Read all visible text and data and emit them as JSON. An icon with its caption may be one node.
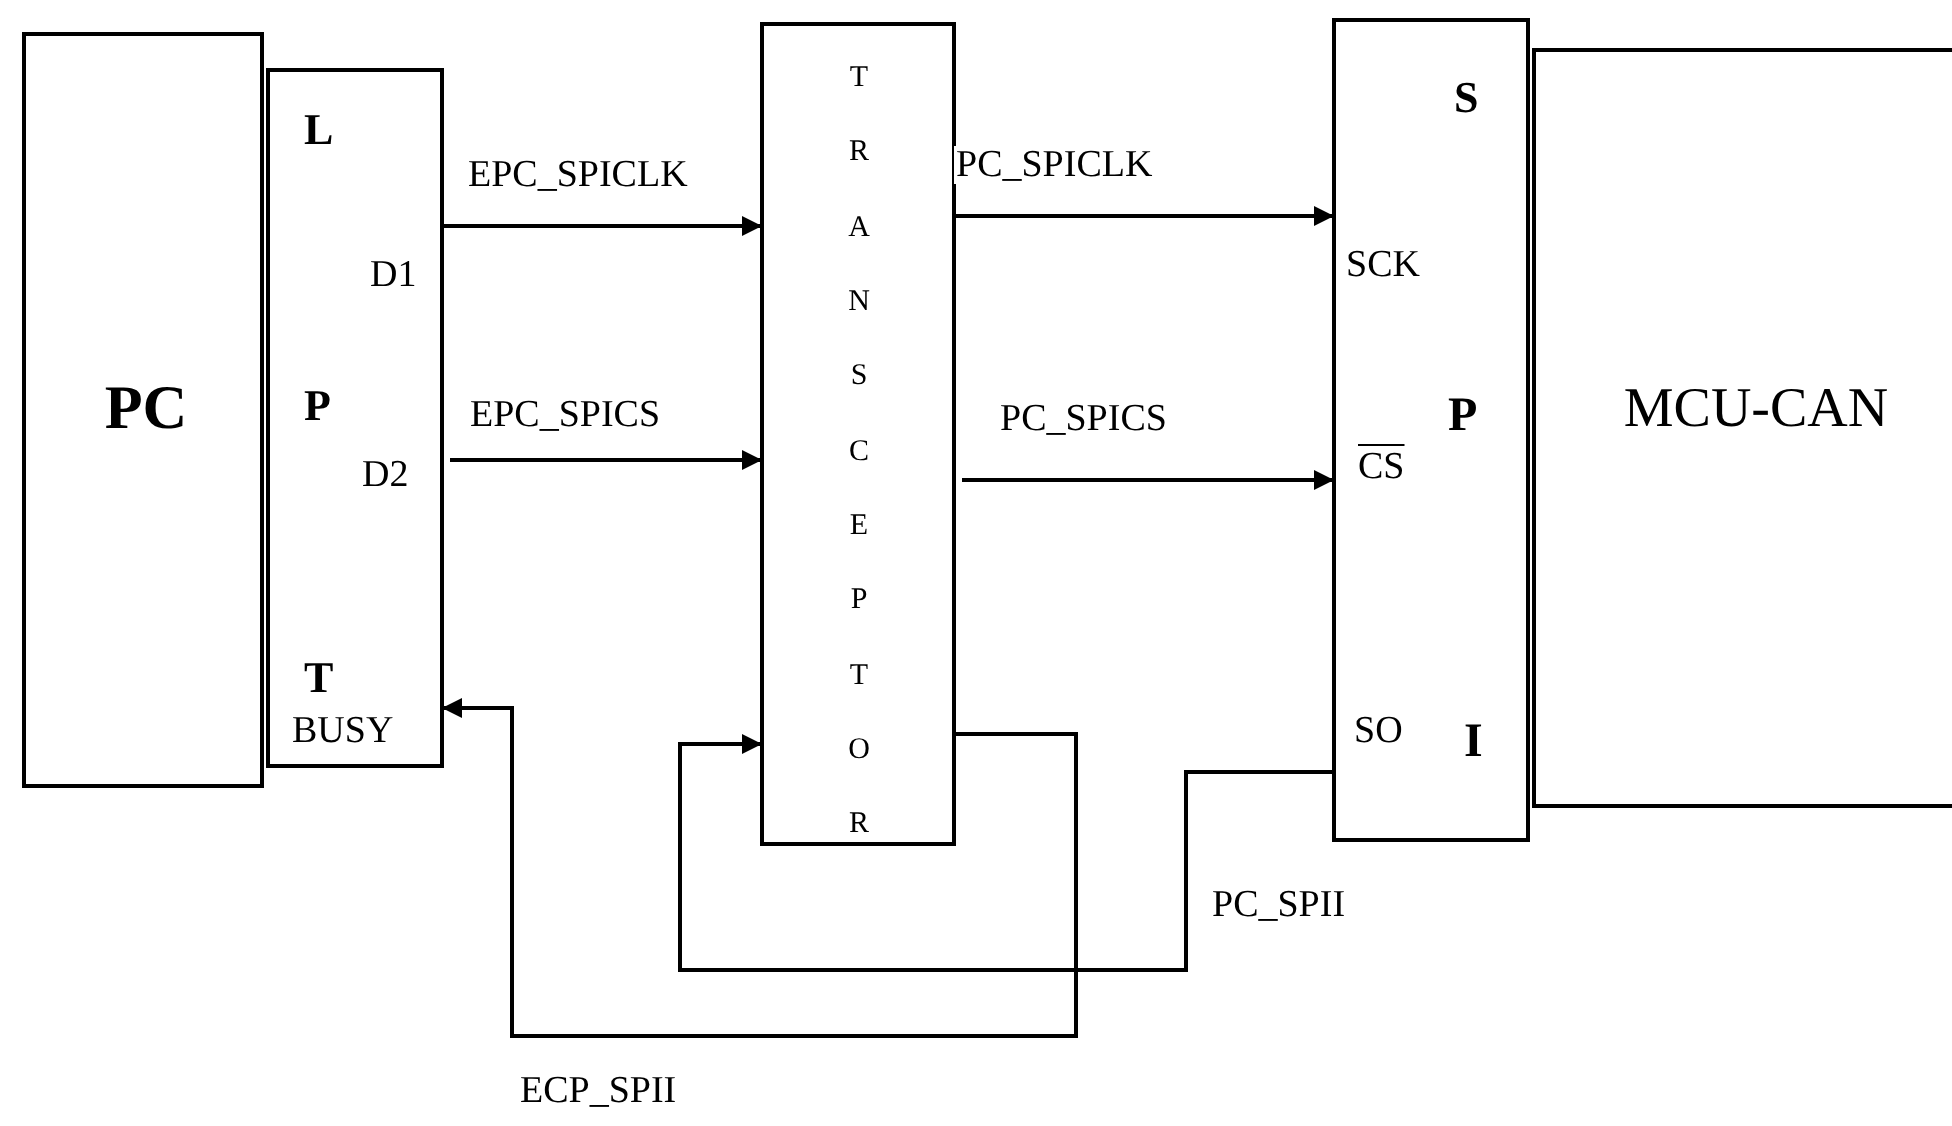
{
  "diagram": {
    "nodes": [
      {
        "text": [
          "PC"
        ]
      },
      {
        "text": [
          "L",
          "D1",
          "P",
          "D2",
          "T",
          "BUSY"
        ]
      },
      {
        "text": [
          "TRANSCEPTOR"
        ]
      },
      {
        "text": [
          "S",
          "SCK",
          "P",
          "CS",
          "SO",
          "I"
        ]
      },
      {
        "text": [
          "MCU-CAN"
        ]
      }
    ],
    "edges": [
      {
        "from": 1,
        "to": 2,
        "arrow": "to",
        "label": "EPC_SPICLK"
      },
      {
        "from": 1,
        "to": 2,
        "arrow": "to",
        "label": "EPC_SPICS"
      },
      {
        "from": 2,
        "to": 3,
        "arrow": "to",
        "label": "PC_SPICLK"
      },
      {
        "from": 2,
        "to": 3,
        "arrow": "to",
        "label": "PC_SPICS"
      },
      {
        "from": 3,
        "to": 2,
        "arrow": "to",
        "label": "PC_SPII"
      },
      {
        "from": 2,
        "to": 1,
        "arrow": "to",
        "label": "ECP_SPII"
      }
    ]
  }
}
